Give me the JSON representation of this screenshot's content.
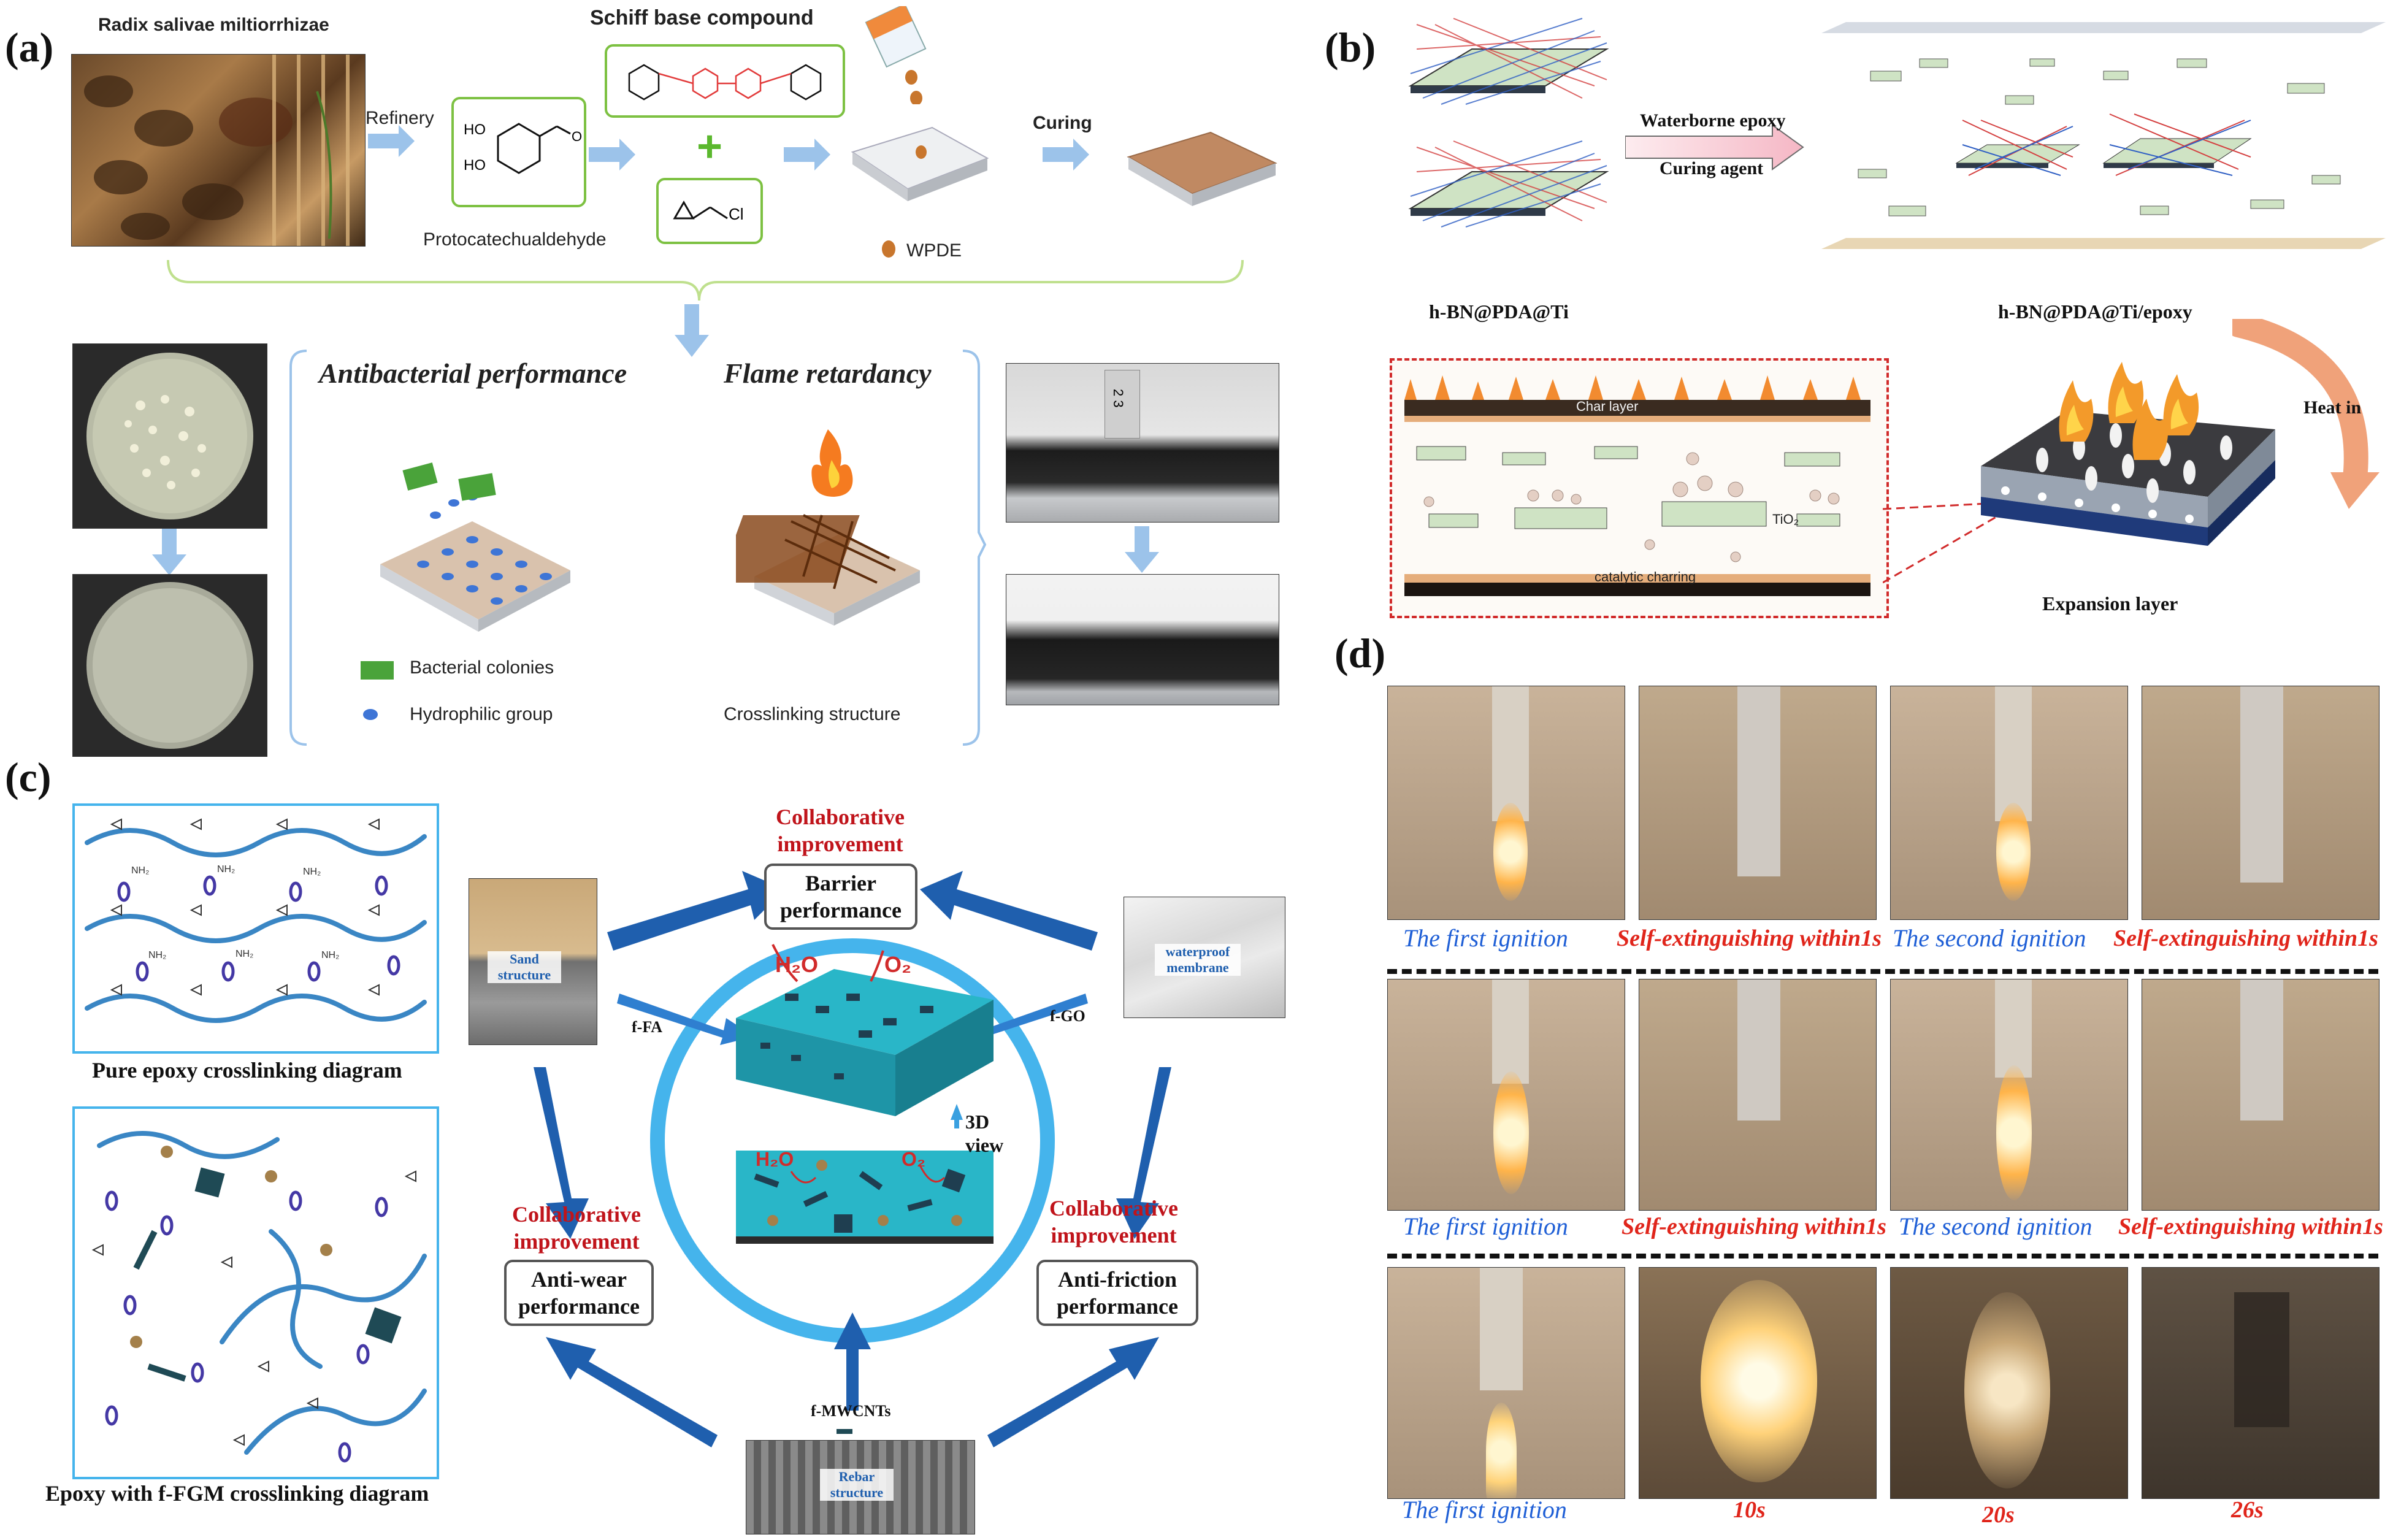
{
  "panel_a": {
    "letter": "(a)",
    "source_label": "Radix salivae miltiorrhizae",
    "refinery": "Refinery",
    "schiff": "Schiff base compound",
    "protocatechualdehyde": "Protocatechualdehyde",
    "curing": "Curing",
    "wpde": "WPDE",
    "plus": "+",
    "antibacterial": "Antibacterial performance",
    "flame": "Flame retardancy",
    "bacterial_colonies": "Bacterial colonies",
    "hydrophilic_group": "Hydrophilic group",
    "crosslinking_structure": "Crosslinking structure",
    "chem_ho1": "HO",
    "chem_ho2": "HO",
    "chem_cl": "Cl",
    "ruler_digits": "2 3"
  },
  "panel_b": {
    "letter": "(b)",
    "waterborne": "Waterborne epoxy",
    "curing_agent": "Curing agent",
    "hbn_pda_ti": "h-BN@PDA@Ti",
    "hbn_pda_ti_epoxy": "h-BN@PDA@Ti/epoxy",
    "char_layer": "Char layer",
    "tio2": "TiO₂",
    "catalytic": "catalytic charring",
    "heat_in": "Heat in",
    "expansion": "Expansion layer"
  },
  "panel_c": {
    "letter": "(c)",
    "pure_epoxy": "Pure epoxy crosslinking diagram",
    "epoxy_ffgm": "Epoxy with f-FGM crosslinking diagram",
    "collab_top": "Collaborative improvement",
    "barrier": "Barrier performance",
    "sand": "Sand structure",
    "ffa": "f-FA",
    "fgo": "f-GO",
    "waterproof": "waterproof membrane",
    "h2o": "H₂O",
    "o2": "O₂",
    "view3d": "3D view",
    "collab_left": "Collaborative improvement",
    "antiwear": "Anti-wear performance",
    "collab_right": "Collaborative improvement",
    "antifriction": "Anti-friction performance",
    "fmwcnts": "f-MWCNTs",
    "rebar": "Rebar structure",
    "nh2": "NH₂"
  },
  "panel_d": {
    "letter": "(d)",
    "row1": [
      "The first ignition",
      "Self-extinguishing within1s",
      "The second ignition",
      "Self-extinguishing within1s"
    ],
    "row2": [
      "The first ignition",
      "Self-extinguishing within1s",
      "The second ignition",
      "Self-extinguishing within1s"
    ],
    "row3": [
      "The first ignition",
      "10s",
      "20s",
      "26s"
    ]
  },
  "colors": {
    "arrow_light_blue": "#9cc3ea",
    "arrow_dark_blue": "#1f5fae",
    "caption_blue": "#1f5fd6",
    "caption_red": "#e0251b",
    "collab_red": "#c0141b",
    "green_box": "#7dc142",
    "teal_block": "#29b6c8",
    "ring_blue": "#45b4ec"
  }
}
